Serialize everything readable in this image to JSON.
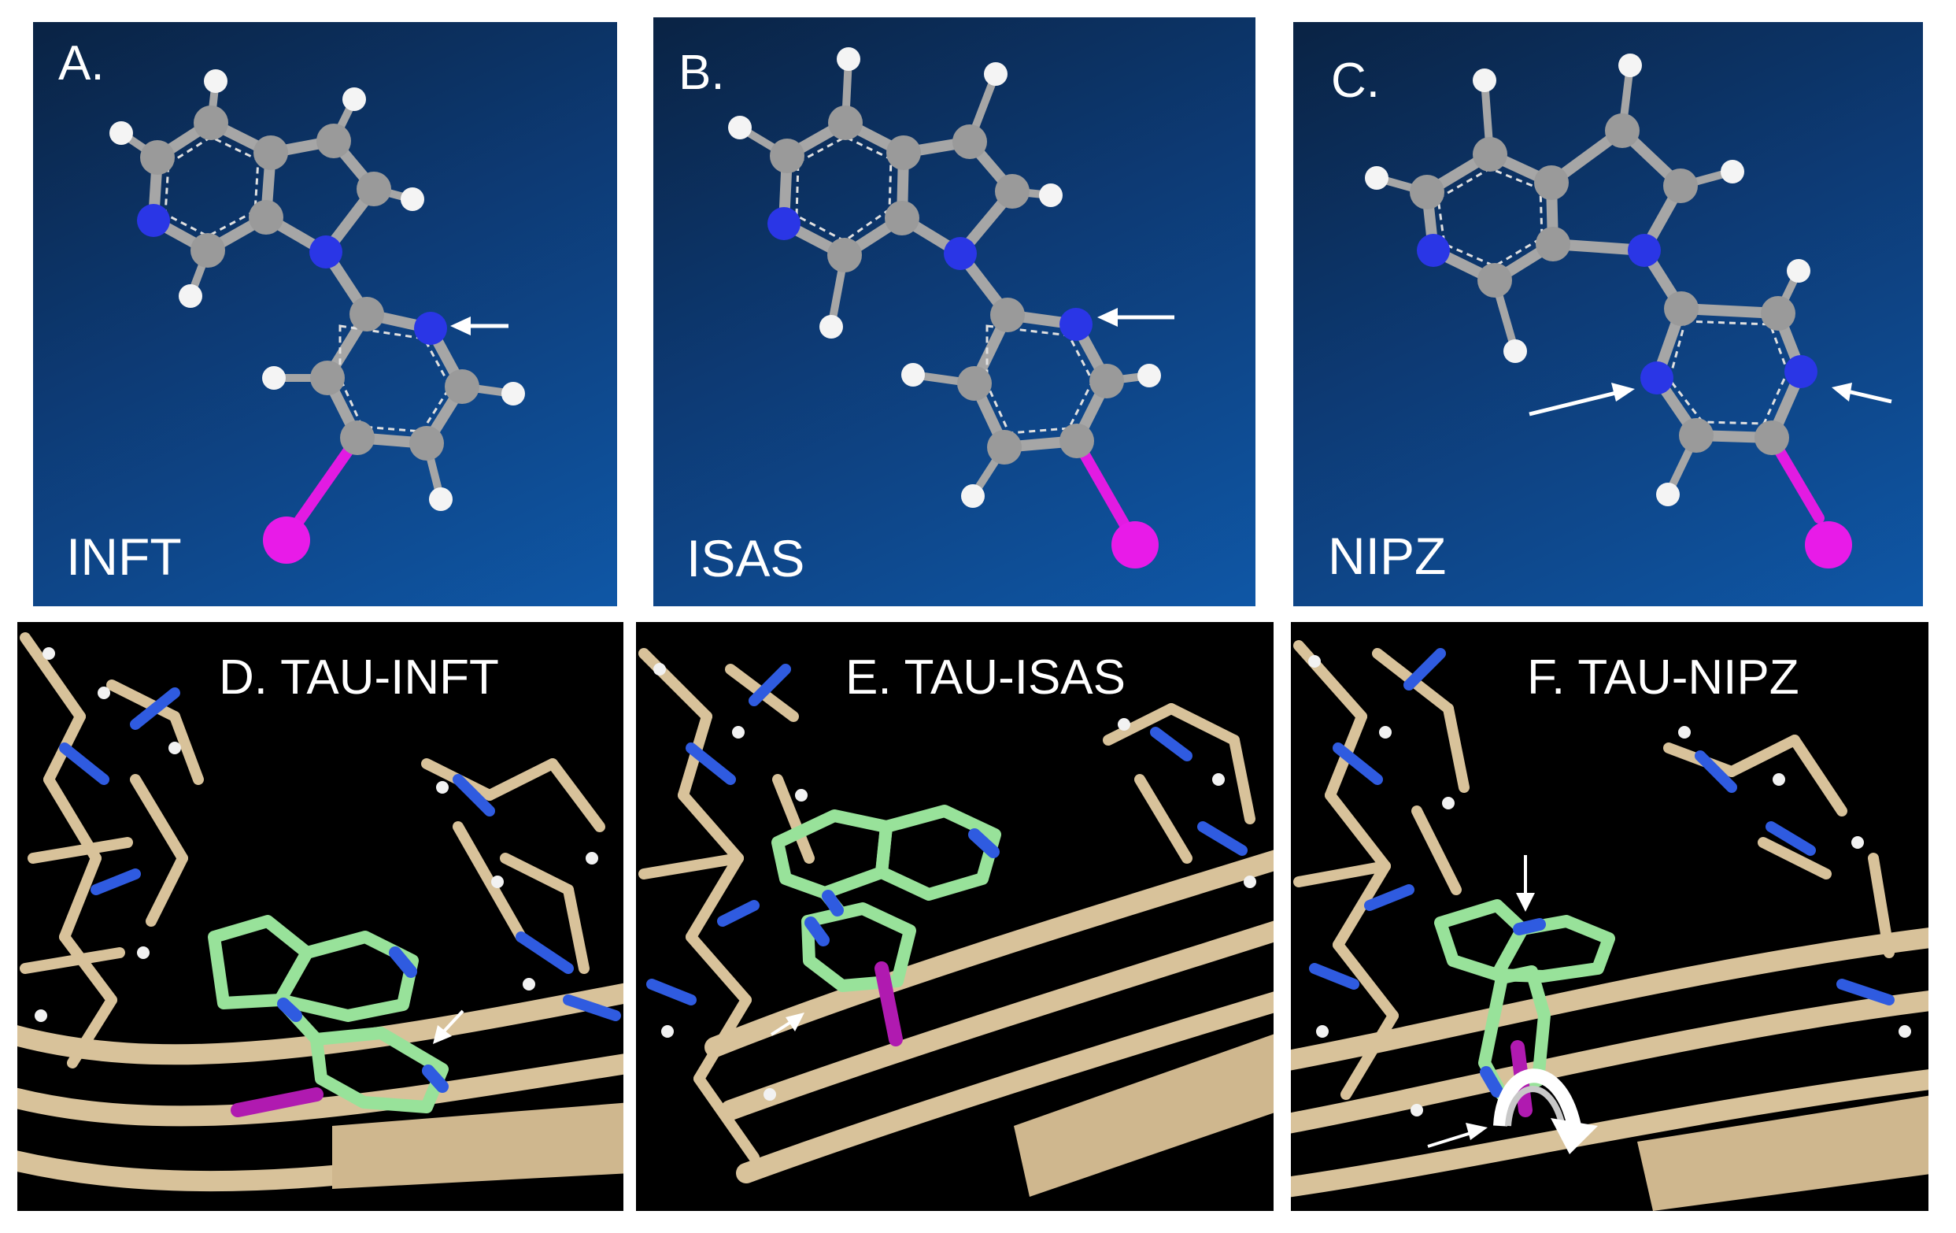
{
  "panels": [
    {
      "id": "A",
      "letter": "A.",
      "name": "INFT"
    },
    {
      "id": "B",
      "letter": "B.",
      "name": "ISAS"
    },
    {
      "id": "C",
      "letter": "C.",
      "name": "NIPZ"
    },
    {
      "id": "D",
      "title": "D. TAU-INFT"
    },
    {
      "id": "E",
      "title": "E. TAU-ISAS"
    },
    {
      "id": "F",
      "title": "F. TAU-NIPZ"
    }
  ],
  "colors": {
    "carbon": "#9a9a9a",
    "nitrogen": "#1f2bd6",
    "hydrogen": "#f2f2f2",
    "iodine": "#e21be2",
    "ligand_carbon": "#98e29a",
    "protein": "#d8c29a",
    "arrow": "#ffffff"
  }
}
